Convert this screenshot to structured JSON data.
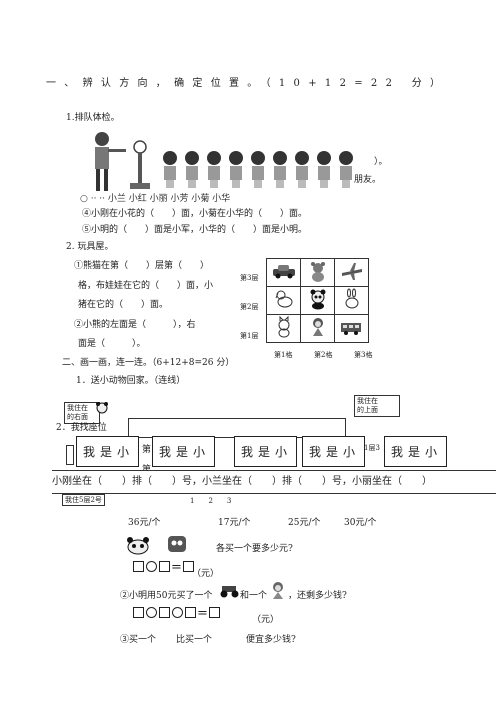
{
  "section1": {
    "heading": "一、辨认方向，确定位置。（10+12=22 分）",
    "q1_title": "1.排队体检。",
    "q1_tail": "）。",
    "q1_tail2": "朋友。",
    "q1_partial": "○ ·· ·· 小兰 小红 小丽 小芳 小菊 小华",
    "q1_line4": "④小刚在小花的（　　）面，小菊在小华的（　　）面。",
    "q1_line5": "⑤小明的（　　）面是小军，小华的（　　）面是小明。",
    "q2_title": "2. 玩具屋。",
    "q2_l1": "①熊猫在第（　　）层第（　　）",
    "q2_l2": "格，布娃娃在它的（　　）面，小",
    "q2_l3": "猪在它的（　　）面。",
    "q2_l4": "②小熊的左面是（　　　），右",
    "q2_l5": "面是（　　　）。",
    "rows": [
      "第3层",
      "第2层",
      "第1层"
    ],
    "cols": [
      "第1格",
      "第2格",
      "第3格"
    ],
    "grid_icons": [
      [
        "car-icon",
        "teddy-bear-icon",
        "airplane-icon"
      ],
      [
        "dog-icon",
        "panda-icon",
        "rabbit-icon"
      ],
      [
        "cat-icon",
        "doll-icon",
        "train-icon"
      ]
    ]
  },
  "section2": {
    "heading": "二、画一画，连一连。（6+12+8=26 分）",
    "q1": "1．送小动物回家。（连线）",
    "bubble_left": "我住在\n的右面",
    "bubble_right": "我住在\n的上面",
    "bubble_bl": "我住5层2号",
    "hidden_start": "2．我找座位",
    "hidden_mid": "第",
    "hidden_mid2": "第",
    "speech": [
      "我是小",
      "我是小",
      "我是小",
      "我是小",
      "我是小"
    ],
    "strip_text": "小刚坐在（　　）排（　　）号，小兰坐在（　　）排（　　）号，小丽坐在（　　）",
    "floor_label": "1层3",
    "number_strip": "1　　2　　3",
    "prices": [
      "36元/个",
      "17元/个",
      "25元/个",
      "30元/个"
    ],
    "ask1": "各买一个要多少元?",
    "unit": "（元）",
    "q2": "②小明用50元买了一个",
    "q2b": "和一个",
    "q2c": "，还剩多少钱?",
    "q3a": "③买一个",
    "q3b": "比买一个",
    "q3c": "便宜多少钱?"
  }
}
